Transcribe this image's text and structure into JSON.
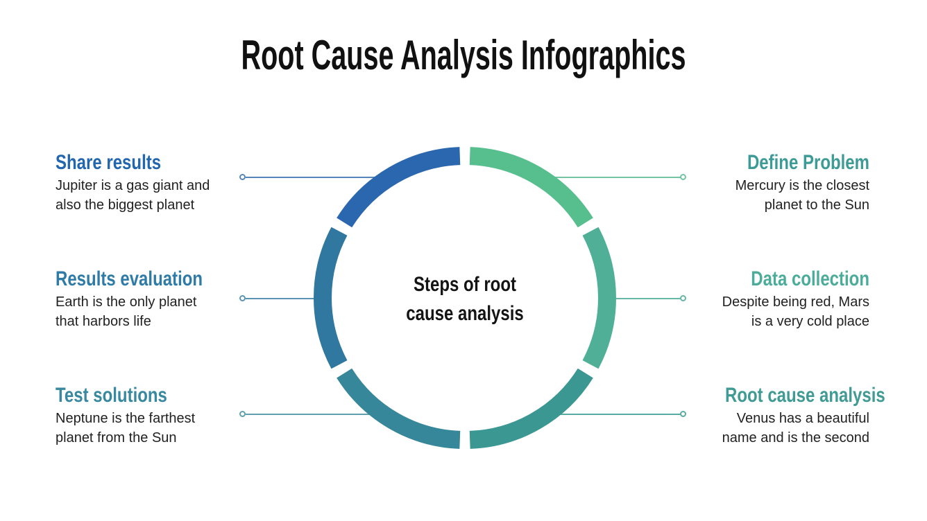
{
  "title": "Root Cause Analysis Infographics",
  "center_label": {
    "line1": "Steps of root",
    "line2": "cause analysis"
  },
  "colors": {
    "background": "#ffffff",
    "title_text": "#111111",
    "body_text": "#212121"
  },
  "left_items": [
    {
      "heading": "Share results",
      "body_line1": "Jupiter is a gas giant and",
      "body_line2": "also the biggest planet",
      "heading_color": "#2166ae",
      "line_color": "#5585b8",
      "segment_color": "#2b67ae"
    },
    {
      "heading": "Results evaluation",
      "body_line1": "Earth is the only planet",
      "body_line2": "that harbors life",
      "heading_color": "#2e7ba7",
      "line_color": "#5b93b3",
      "segment_color": "#30789f"
    },
    {
      "heading": "Test solutions",
      "body_line1": "Neptune is the farthest",
      "body_line2": "planet from the Sun",
      "heading_color": "#38899f",
      "line_color": "#5fa0ac",
      "segment_color": "#37879b"
    }
  ],
  "right_items": [
    {
      "heading": "Define Problem",
      "body_line1": "Mercury is the closest",
      "body_line2": "planet to the Sun",
      "heading_color": "#3d9b95",
      "line_color": "#72c5a2",
      "segment_color": "#57bf8e"
    },
    {
      "heading": "Data collection",
      "body_line1": "Despite being red, Mars",
      "body_line2": "is a very cold place",
      "heading_color": "#4aac99",
      "line_color": "#66b7a6",
      "segment_color": "#4fb097"
    },
    {
      "heading": "Root cause analysis",
      "body_line1": "Venus has a beautiful",
      "body_line2": "name and is the second",
      "heading_color": "#3f9b94",
      "line_color": "#58aba1",
      "segment_color": "#3a9792"
    }
  ]
}
